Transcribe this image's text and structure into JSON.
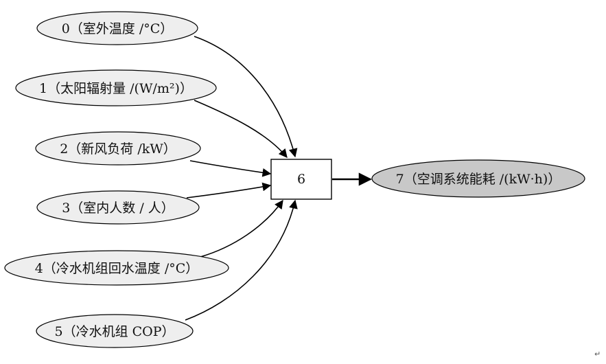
{
  "diagram": {
    "inputs": [
      {
        "id": "0",
        "label": "0（室外温度 /°C）"
      },
      {
        "id": "1",
        "label": "1（太阳辐射量 /(W/m²)）"
      },
      {
        "id": "2",
        "label": "2（新风负荷 /kW）"
      },
      {
        "id": "3",
        "label": "3（室内人数 / 人）"
      },
      {
        "id": "4",
        "label": "4（冷水机组回水温度 /°C）"
      },
      {
        "id": "5",
        "label": "5（冷水机组 COP）"
      }
    ],
    "hidden": {
      "id": "6",
      "label": "6"
    },
    "output": {
      "id": "7",
      "label": "7（空调系统能耗 /(kW·h)）"
    },
    "edges": [
      {
        "from": "0",
        "to": "6"
      },
      {
        "from": "1",
        "to": "6"
      },
      {
        "from": "2",
        "to": "6"
      },
      {
        "from": "3",
        "to": "6"
      },
      {
        "from": "4",
        "to": "6"
      },
      {
        "from": "5",
        "to": "6"
      },
      {
        "from": "6",
        "to": "7"
      }
    ],
    "colors": {
      "input_fill": "#eeeeee",
      "output_fill": "#c8c8c8",
      "stroke": "#000000"
    },
    "corner_mark": "↵"
  }
}
